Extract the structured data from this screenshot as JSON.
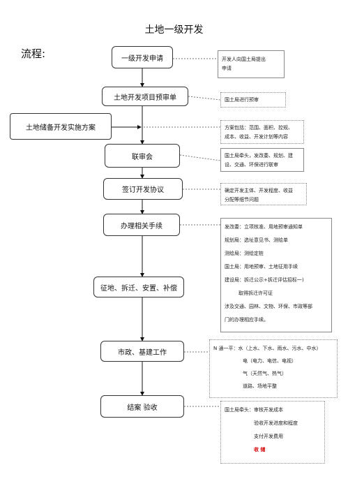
{
  "title": "土地一级开发",
  "flow_label": "流程:",
  "steps": [
    "一级开发申请",
    "土地开发项目预审单",
    "联审会",
    "签订开发协议",
    "办理相关手续",
    "征地、拆迁、安置、补偿",
    "市政、基建工作",
    "结案 验收"
  ],
  "side_box": "土地储备开发实施方案",
  "notes": {
    "n1": [
      "开发人向国土局提出",
      "申请"
    ],
    "n2": [
      "国土局进行预审"
    ],
    "n3": [
      "方案包括：范围、面积、控规、",
      "成本、收益、开发计划等内容"
    ],
    "n4": [
      "国土局牵头，发改委、规划、建",
      "设、交通、环保进行联审"
    ],
    "n5": [
      "确定开发主体、开发程度、收益",
      "分配等细节问题"
    ],
    "n6": [
      "发改委：立项核准、用地预审通知单",
      "规划局：选址意见书、测绘单",
      "测绘局：测绘定桩",
      "国土局：用地预审、土地征用手续",
      "建设局：拆迁公示+拆迁评估招标一)",
      "取得拆迁许可证",
      "涉及交通、园林、文物、环保、市政等部",
      "门的办理相应手续。"
    ],
    "n7": [
      "N 通一平：水（上水、下水、雨水、污水、中水）",
      "电（电力、电信、电视）",
      "气（天然气、热气）",
      "道路、场地平整"
    ],
    "n8": [
      "国土局牵头：审核开发成本",
      "验收开发进度和程度",
      "支付开发费用",
      "收 储"
    ]
  }
}
